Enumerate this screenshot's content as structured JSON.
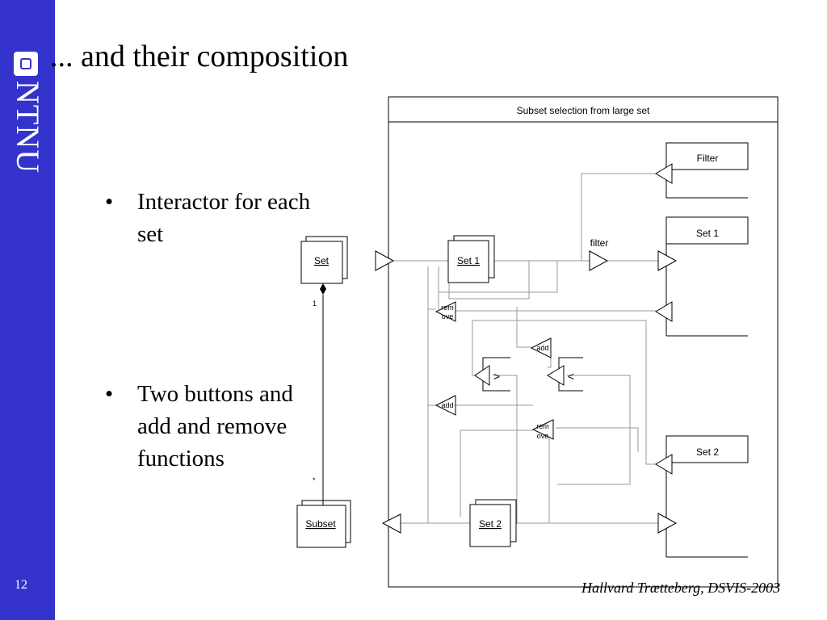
{
  "slide": {
    "title": "... and their composition",
    "page_number": "12",
    "footer": "Hallvard Trætteberg, DSVIS-2003",
    "brand": "NTNU",
    "colors": {
      "sidebar": "#3333cc",
      "line": "#000000",
      "wire": "#999999"
    }
  },
  "bullets": [
    {
      "symbol": "•",
      "text": "Interactor for each set"
    },
    {
      "symbol": "•",
      "text": "Two buttons and add and remove functions"
    }
  ],
  "diagram": {
    "frame_title": "Subset selection from large set",
    "class_set": "Set",
    "class_subset": "Subset",
    "mult_top": "1",
    "mult_bottom": "*",
    "inner_set1": "Set 1",
    "inner_set2": "Set 2",
    "gate_filter": "Filter",
    "gate_set1": "Set 1",
    "gate_set2": "Set 2",
    "filter_label": "filter",
    "remove_top_l1": "rem",
    "remove_top_l2": "ove",
    "add_top": "add",
    "btn_right": ">",
    "btn_left": "<",
    "add_bottom": "add",
    "remove_bottom_l1": "rem",
    "remove_bottom_l2": "ove"
  }
}
